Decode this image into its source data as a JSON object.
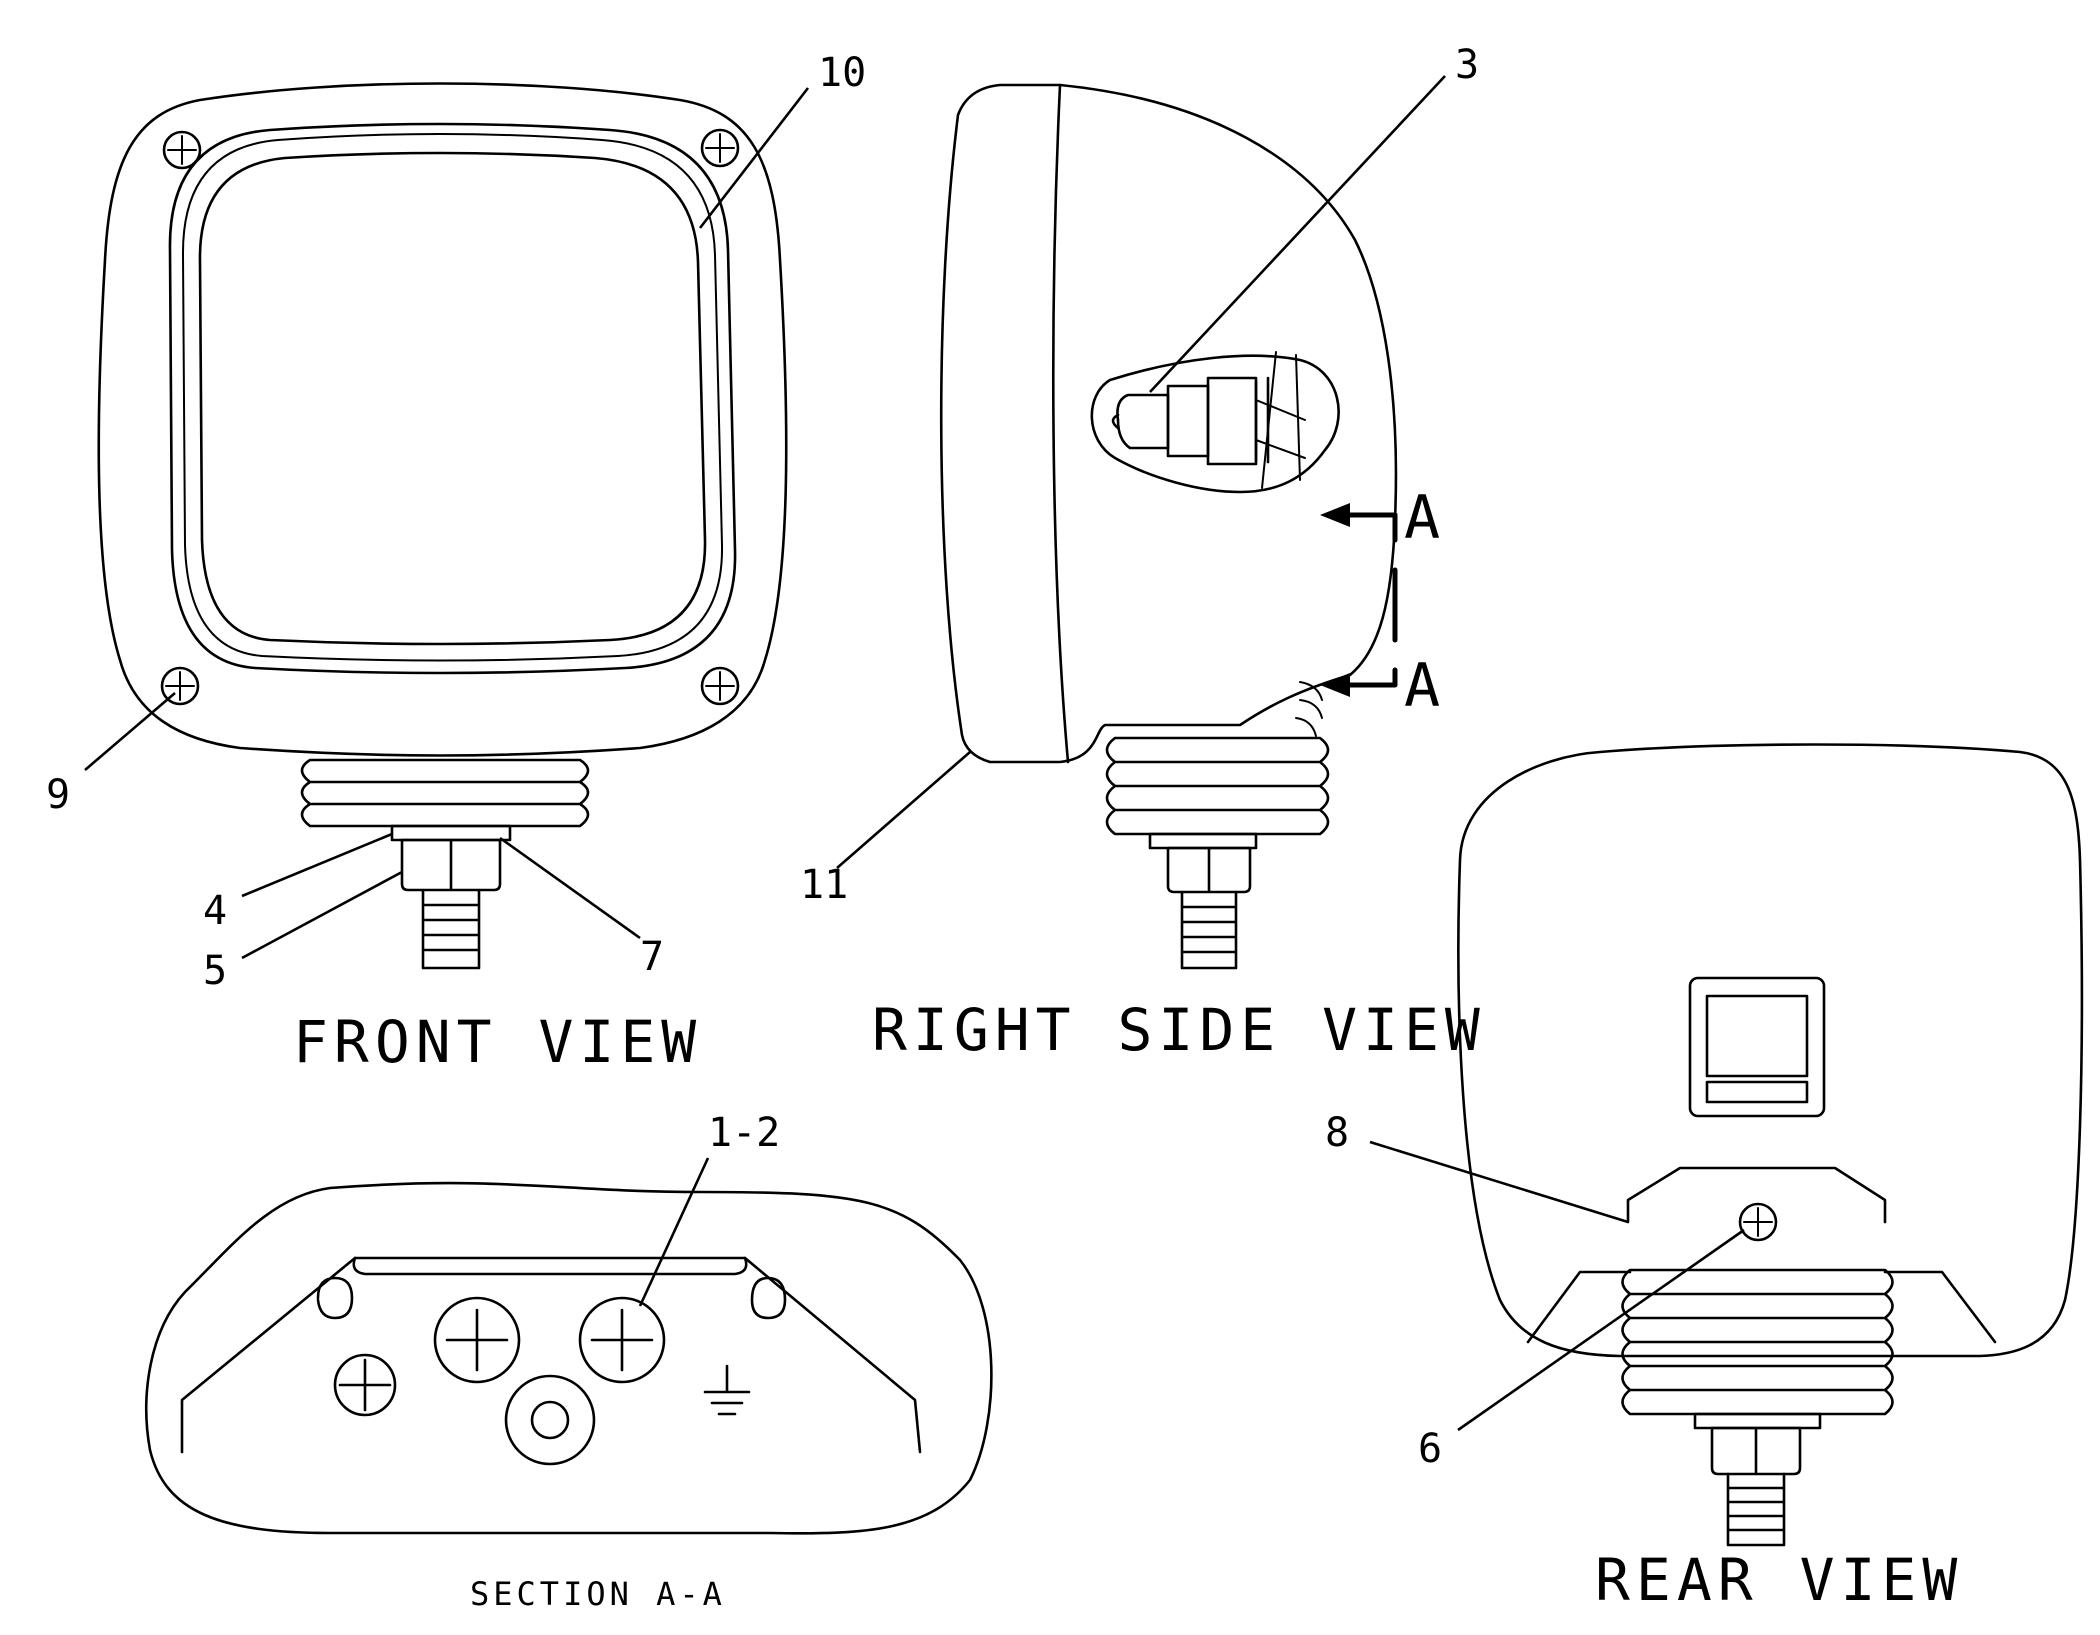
{
  "views": {
    "front": "FRONT VIEW",
    "right_side": "RIGHT SIDE VIEW",
    "rear": "REAR VIEW",
    "section": "SECTION A-A"
  },
  "section_markers": {
    "top": "A",
    "bottom": "A"
  },
  "callouts": {
    "c10": "10",
    "c3": "3",
    "c9": "9",
    "c11": "11",
    "c4": "4",
    "c5": "5",
    "c7": "7",
    "c8": "8",
    "c6": "6",
    "c1_2": "1-2"
  },
  "colors": {
    "line": "#000000",
    "background": "#ffffff"
  }
}
